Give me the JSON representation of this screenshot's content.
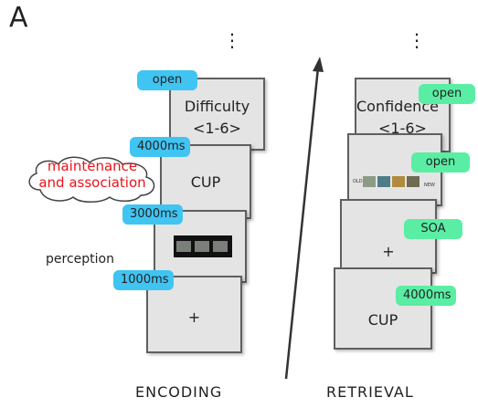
{
  "panel_letter": "A",
  "encoding": {
    "label": "ENCODING",
    "perception_label": "perception",
    "cloud_label": "maintenance\nand association",
    "cloud_line1": "maintenance",
    "cloud_line2": "and association",
    "cards": {
      "difficulty_title": "Difficulty",
      "difficulty_range": "<1-6>",
      "word": "CUP",
      "fixation": "+"
    },
    "tags": {
      "open": "open",
      "t4000": "4000ms",
      "t3000": "3000ms",
      "t1000": "1000ms"
    }
  },
  "retrieval": {
    "label": "RETRIEVAL",
    "cards": {
      "confidence_title": "Confidence",
      "confidence_range": "<1-6>",
      "old_label": "OLD",
      "new_label": "NEW",
      "fixation": "+",
      "word": "CUP"
    },
    "tags": {
      "open_top": "open",
      "open_mid": "open",
      "soa": "SOA",
      "t4000": "4000ms"
    }
  },
  "continuation_dots": "⋮",
  "colors": {
    "encoding_tag": "#40c4f2",
    "retrieval_tag": "#5aeea4",
    "cloud_text": "#e8141c",
    "card_fill": "#e4e4e4"
  }
}
